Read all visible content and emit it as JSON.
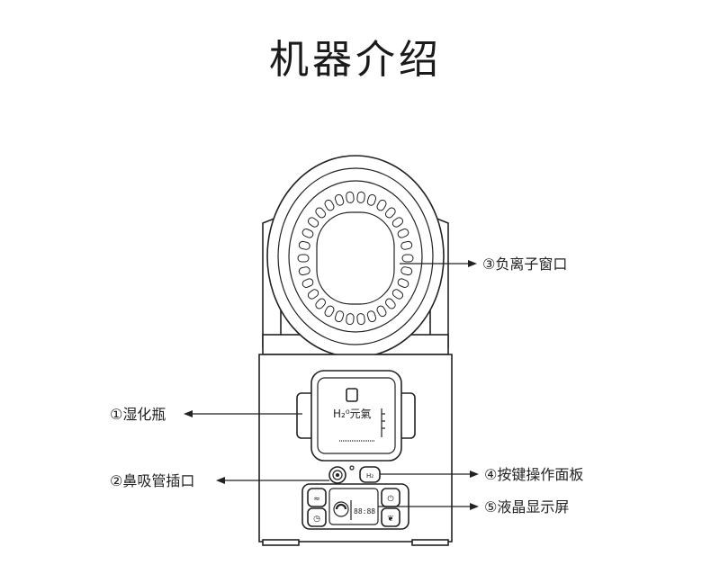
{
  "title": "机器介绍",
  "bottle_text": "H₂⁰元氣",
  "panel_text": "88:88",
  "callouts": [
    {
      "id": "ion-window",
      "text": "③负离子窗口"
    },
    {
      "id": "humidifier-bottle",
      "text": "①湿化瓶"
    },
    {
      "id": "nasal-tube-port",
      "text": "②鼻吸管插口"
    },
    {
      "id": "button-panel",
      "text": "④按键操作面板"
    },
    {
      "id": "lcd-screen",
      "text": "⑤液晶显示屏"
    }
  ]
}
